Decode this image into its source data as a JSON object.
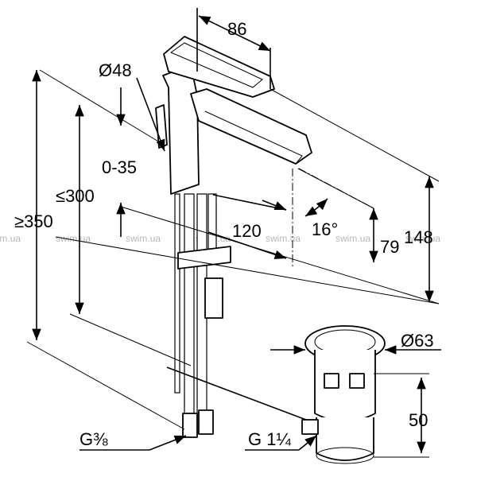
{
  "dimensions": {
    "width_top": "86",
    "spout_diameter": "Ø48",
    "height_range": "0-35",
    "height_max_300": "≤300",
    "height_min_350": "≥350",
    "spout_reach": "120",
    "spout_angle": "16°",
    "outlet_height": "79",
    "total_height": "148",
    "waste_diameter": "Ø63",
    "waste_height": "50",
    "thread_hose": "G⅜",
    "thread_waste": "G 1¼"
  },
  "watermark": {
    "text": "swim.ua",
    "count": 7
  }
}
